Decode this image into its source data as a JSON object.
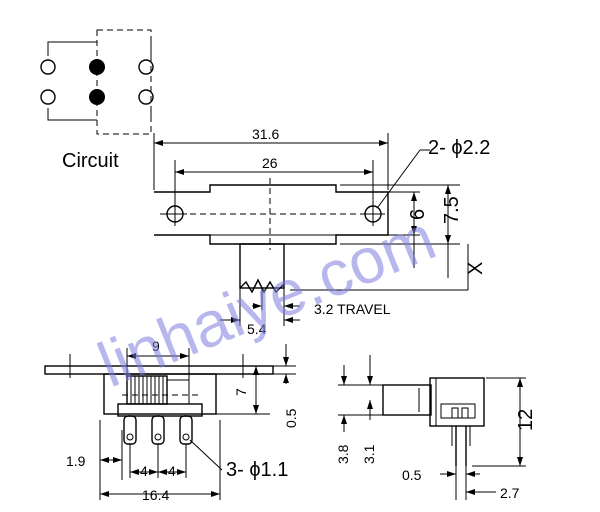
{
  "labels": {
    "circuit": "Circuit",
    "dim_31_6": "31.6",
    "dim_26": "26",
    "hole_spec": "2- ϕ2.2",
    "dim_6": "6",
    "dim_7_5": "7.5",
    "dim_x": "X",
    "travel": "3.2 TRAVEL",
    "dim_5_4": "5.4",
    "dim_9": "9",
    "dim_7": "7",
    "dim_0_5_side": "0.5",
    "dim_1_9": "1.9",
    "dim_4a": "4",
    "dim_4b": "4",
    "pin_spec": "3- ϕ1.1",
    "dim_16_4": "16.4",
    "dim_3_8": "3.8",
    "dim_3_1": "3.1",
    "dim_12": "12",
    "dim_0_5_bottom": "0.5",
    "dim_2_7": "2.7"
  },
  "watermark": "linhaiye.com",
  "colors": {
    "line": "#000000",
    "watermark": "#7d7de0"
  }
}
